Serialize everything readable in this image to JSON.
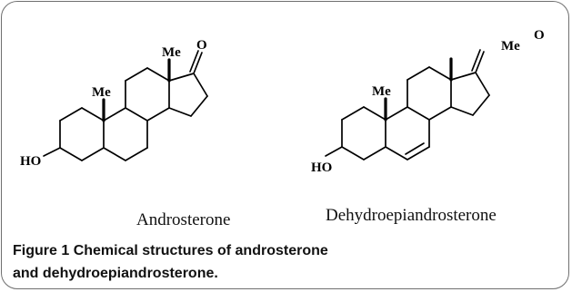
{
  "figure": {
    "caption_label": "Figure 1",
    "caption_line1": "Chemical structures of androsterone",
    "caption_line2": "and dehydroepiandrosterone."
  },
  "structures": [
    {
      "name": "Androsterone",
      "atoms": {
        "methyl_a": "Me",
        "methyl_b": "Me",
        "oxygen": "O",
        "hydroxyl": "HO"
      }
    },
    {
      "name": "Dehydroepiandrosterone",
      "atoms": {
        "methyl_a": "Me",
        "methyl_b": "Me",
        "oxygen": "O",
        "hydroxyl": "HO"
      }
    }
  ]
}
